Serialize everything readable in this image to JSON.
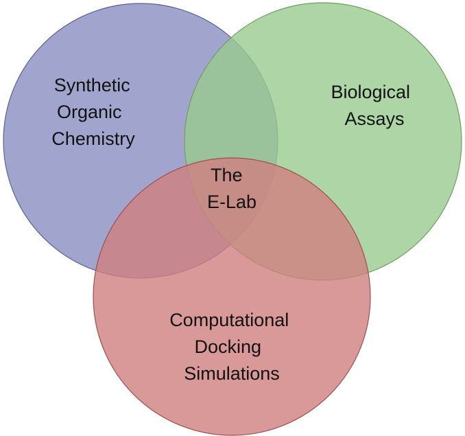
{
  "colors": {
    "blue_fill": "#8a8ec0",
    "blue_stroke": "#5d6098",
    "green_fill": "#9acb8f",
    "green_stroke": "#6f9e60",
    "red_fill": "#cf7f7f",
    "red_stroke": "#9e4e4e",
    "text": "#111111"
  },
  "circles": {
    "synthetic": {
      "label_lines": [
        "Synthetic",
        "Organic",
        "Chemistry"
      ]
    },
    "biological": {
      "label_lines": [
        "Biological",
        "Assays"
      ]
    },
    "computational": {
      "label_lines": [
        "Computational",
        "Docking",
        "Simulations"
      ]
    }
  },
  "center": {
    "label_lines": [
      "The",
      "E-Lab"
    ]
  }
}
